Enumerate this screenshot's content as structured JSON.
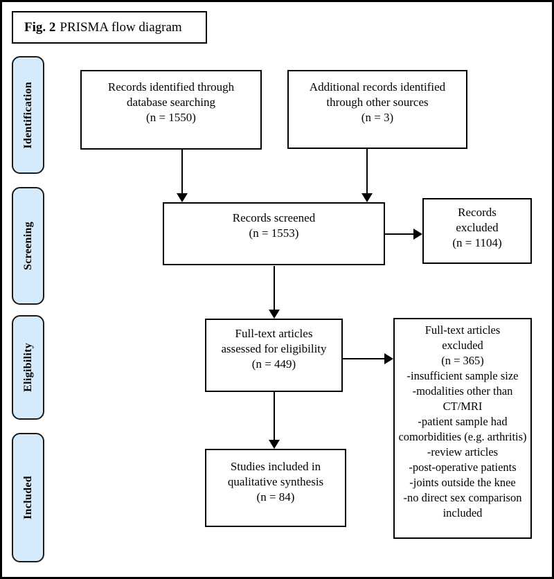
{
  "figure": {
    "fig_label": "Fig. 2",
    "title": "PRISMA flow diagram"
  },
  "colors": {
    "stage_fill": "#d5eafa",
    "stage_border": "#1a1a1a",
    "box_border": "#000000",
    "arrow": "#000000",
    "background": "#ffffff"
  },
  "sidebar": {
    "stages": [
      {
        "label": "Identification"
      },
      {
        "label": "Screening"
      },
      {
        "label": "Eligibility"
      },
      {
        "label": "Included"
      }
    ]
  },
  "boxes": {
    "database": {
      "lines": [
        "Records identified through",
        "database searching",
        "(n = 1550)"
      ]
    },
    "other_sources": {
      "lines": [
        "Additional records identified",
        "through other sources",
        "(n = 3)"
      ]
    },
    "screened": {
      "lines": [
        "Records screened",
        "(n = 1553)"
      ]
    },
    "records_excluded": {
      "lines": [
        "Records",
        "excluded",
        "(n = 1104)"
      ]
    },
    "assessed": {
      "lines": [
        "Full-text articles",
        "assessed for eligibility",
        "(n = 449)"
      ]
    },
    "fulltext_excluded": {
      "lines": [
        "Full-text articles",
        "excluded",
        "(n = 365)"
      ],
      "reasons": [
        "-insufficient sample size",
        "-modalities other than CT/MRI",
        "-patient sample had comorbidities (e.g. arthritis)",
        "-review articles",
        "-post-operative patients",
        "-joints outside the knee",
        "-no direct sex comparison included"
      ]
    },
    "included": {
      "lines": [
        "Studies included in",
        "qualitative synthesis",
        "(n = 84)"
      ]
    }
  }
}
